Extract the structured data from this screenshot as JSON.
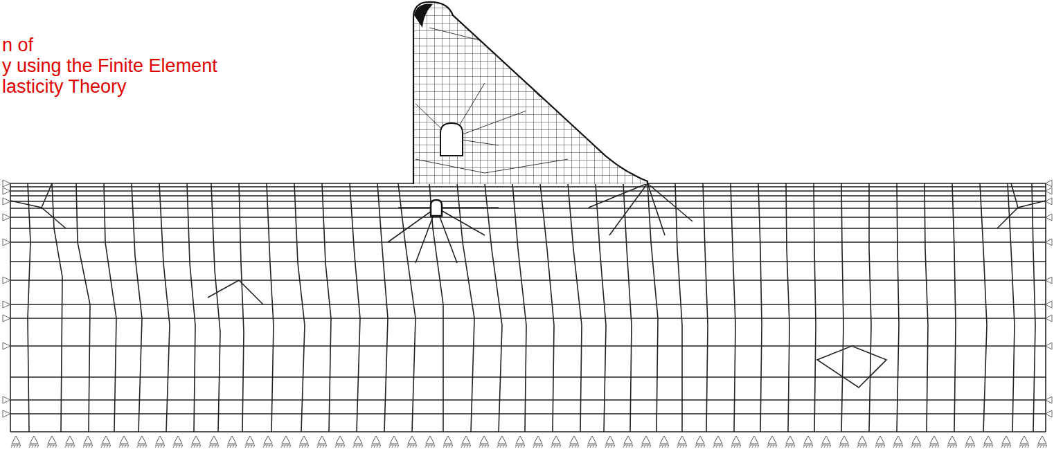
{
  "diagram": {
    "labels": [
      "n of",
      "y using the Finite Element",
      "lasticity Theory"
    ]
  }
}
